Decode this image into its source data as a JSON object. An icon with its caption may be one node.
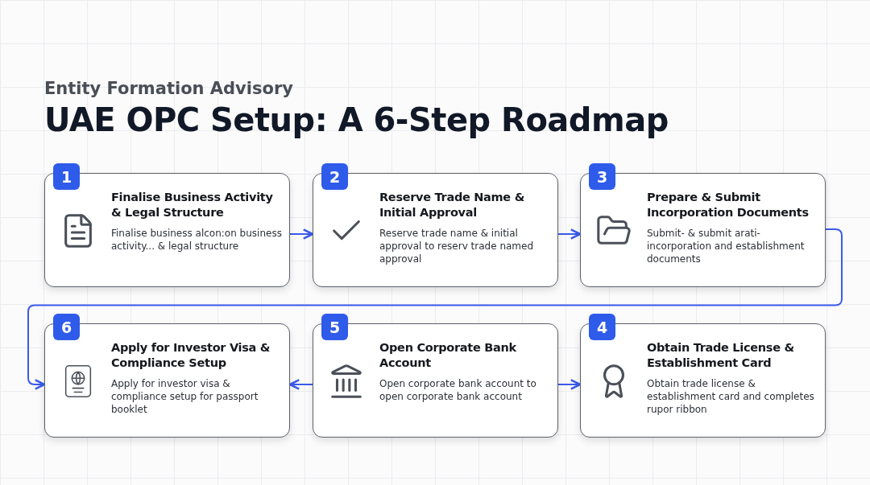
{
  "diagram": {
    "title": "UAE OPC Setup: A 6-Step Roadmap",
    "nodes": [
      {
        "text": [
          "1",
          "Finalise Business Activity & Legal Structure",
          "Finalise business alcon:on business activity... & legal structure"
        ]
      },
      {
        "text": [
          "2",
          "Reserve Trade Name & Initial Approval",
          "Reserve trade name & initial approval to reserv trade named approval"
        ]
      },
      {
        "text": [
          "3",
          "Prepare & Submit Incorporation Documents",
          "Submit- & submit arati- incorporation and establishment documents"
        ]
      },
      {
        "text": [
          "6",
          "Apply for Investor Visa & Compliance Setup",
          "Apply for investor visa & compliance setup for passport booklet"
        ]
      },
      {
        "text": [
          "5",
          "Open Corporate Bank Account",
          "Open corporate bank account to open corporate bank account"
        ]
      },
      {
        "text": [
          "4",
          "Obtain Trade License & Establishment Card",
          "Obtain trade license & establishment card and completes rupor ribbon"
        ]
      }
    ],
    "edges": [
      {
        "from": 0,
        "to": 1,
        "arrow": "to"
      },
      {
        "from": 1,
        "to": 2,
        "arrow": "to"
      },
      {
        "from": 2,
        "to": 3,
        "arrow": "to"
      },
      {
        "from": 4,
        "to": 3,
        "arrow": "to"
      },
      {
        "from": 4,
        "to": 5,
        "arrow": "to"
      }
    ],
    "labels": [
      "Entity Formation Advisory"
    ]
  }
}
